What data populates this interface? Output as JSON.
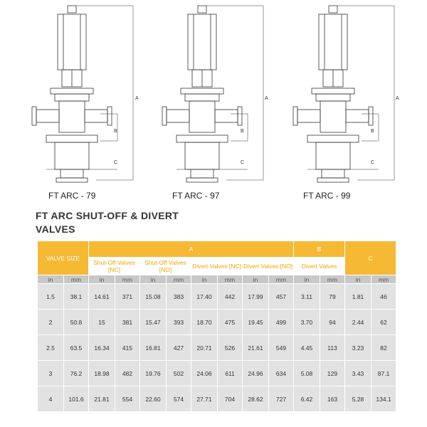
{
  "figures": [
    {
      "label": "FT ARC - 79"
    },
    {
      "label": "FT ARC - 97"
    },
    {
      "label": "FT ARC - 99"
    }
  ],
  "dimension_letters": {
    "a": "A",
    "b": "B",
    "c": "C"
  },
  "section_title": {
    "line1": "FT ARC SHUT-OFF & DIVERT",
    "line2": "VALVES"
  },
  "table": {
    "header": {
      "valve_size": "VALVE SIZE",
      "a": "A",
      "b": "B",
      "c": "C",
      "shutoff_nc": "Shut-Off Valves [NC]",
      "shutoff_no": "Shut-Off Valves [NO]",
      "divert_nc": "Divert Valves [NC]",
      "divert_no": "Divert Valves [NO]",
      "divert": "Divert Valves"
    },
    "units": [
      "in",
      "mm",
      "in",
      "mm",
      "in",
      "mm",
      "in",
      "mm",
      "in",
      "mm",
      "in",
      "mm",
      "in",
      "mm"
    ],
    "rows": [
      [
        "1.5",
        "38.1",
        "14.61",
        "371",
        "15.08",
        "383",
        "17.40",
        "442",
        "17.99",
        "457",
        "3.11",
        "79",
        "1.81",
        "46"
      ],
      [
        "2",
        "50.8",
        "15",
        "381",
        "15.47",
        "393",
        "18.70",
        "475",
        "19.45",
        "499",
        "3.70",
        "94",
        "2.44",
        "62"
      ],
      [
        "2.5",
        "63.5",
        "16.34",
        "415",
        "16.81",
        "427",
        "20.71",
        "526",
        "21.61",
        "549",
        "4.45",
        "113",
        "3.23",
        "82"
      ],
      [
        "3",
        "76.2",
        "18.98",
        "482",
        "19.76",
        "502",
        "24.06",
        "611",
        "24.96",
        "634",
        "5.08",
        "129",
        "3.43",
        "87.1"
      ],
      [
        "4",
        "101.6",
        "21.81",
        "554",
        "22.60",
        "574",
        "27.71",
        "704",
        "28.62",
        "727",
        "6.42",
        "163",
        "5.28",
        "134.1"
      ]
    ]
  },
  "colors": {
    "header": "#f5b934",
    "unit_row": "#c8c8c8",
    "data_row": "#e2e2e2"
  }
}
